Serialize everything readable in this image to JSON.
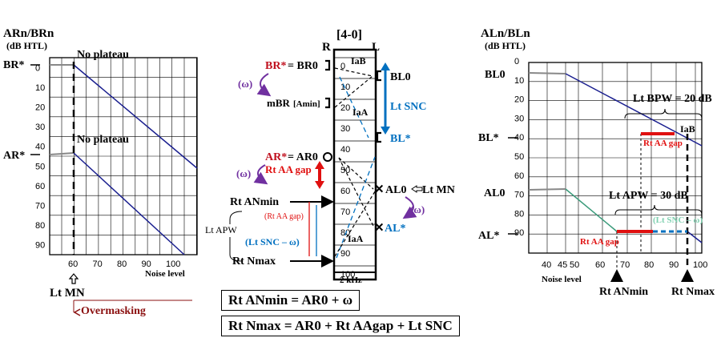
{
  "colors": {
    "blue": "#1a1f8f",
    "red": "#e01010",
    "darkred": "#8b1010",
    "purple": "#7030a0",
    "sky": "#0070c0",
    "teal": "#3a9a7a",
    "gray": "#888888"
  },
  "left": {
    "title": "ARn/BRn",
    "unit": "(dB HTL)",
    "y_ticks": [
      "0",
      "10",
      "20",
      "30",
      "40",
      "50",
      "60",
      "70",
      "80",
      "90"
    ],
    "x_ticks": [
      "60",
      "70",
      "80",
      "90",
      "100"
    ],
    "xlabel": "Noise level",
    "marker_br": "BR*",
    "marker_ar": "AR*",
    "no_plateau_1": "No plateau",
    "no_plateau_2": "No plateau",
    "lt_mn": "Lt MN",
    "overmasking": "Overmasking"
  },
  "middle": {
    "title": "[4-0]",
    "r": "R",
    "l": "L",
    "scale": [
      "0",
      "10",
      "20",
      "30",
      "40",
      "50",
      "60",
      "70",
      "80",
      "90",
      "100"
    ],
    "freq": "2 kHz",
    "iab_top": "IaB",
    "iaa_mid": "IaA",
    "iaa_bot": "IaA",
    "br_star": "BR*",
    "br0": "= BR0",
    "omega1": "(ω)",
    "mbr": "mBR",
    "amin": "[Amin]",
    "ar_star": "AR*",
    "ar0": "= AR0",
    "omega2": "(ω)",
    "rt_aa_gap": "Rt AA gap",
    "rt_anmin": "Rt ANmin",
    "rt_aa_gap_paren": "(Rt AA gap)",
    "lt_apw": "Lt APW",
    "lt_snc_paren": "(Lt SNC – ω)",
    "rt_nmax": "Rt Nmax",
    "bl0": "BL0",
    "lt_snc": "Lt SNC",
    "bl_star": "BL*",
    "al0": "AL0",
    "lt_mn": "Lt MN",
    "omega3": "(ω)",
    "al_star": "AL*",
    "box1": "Rt ANmin = AR0 + ω",
    "box2": "Rt Nmax = AR0 + Rt AAgap + Lt SNC"
  },
  "right": {
    "title": "ALn/BLn",
    "unit": "(dB HTL)",
    "y_ticks": [
      "0",
      "10",
      "20",
      "30",
      "40",
      "50",
      "60",
      "70",
      "80",
      "90"
    ],
    "x_ticks": [
      "40",
      "45",
      "50",
      "60",
      "70",
      "80",
      "90",
      "100"
    ],
    "xlabel": "Noise level",
    "bl0": "BL0",
    "bl_star": "BL*",
    "al0": "AL0",
    "al_star": "AL*",
    "lt_bpw": "Lt BPW = 20 dB",
    "iab": "IaB",
    "rt_aa_gap_upper": "Rt AA gap",
    "lt_apw": "Lt APW = 30 dB",
    "lt_snc_omega": "(Lt SNC – ω)",
    "rt_aa_gap_lower": "Rt AA gap",
    "rt_anmin": "Rt ANmin",
    "rt_nmax": "Rt Nmax"
  }
}
